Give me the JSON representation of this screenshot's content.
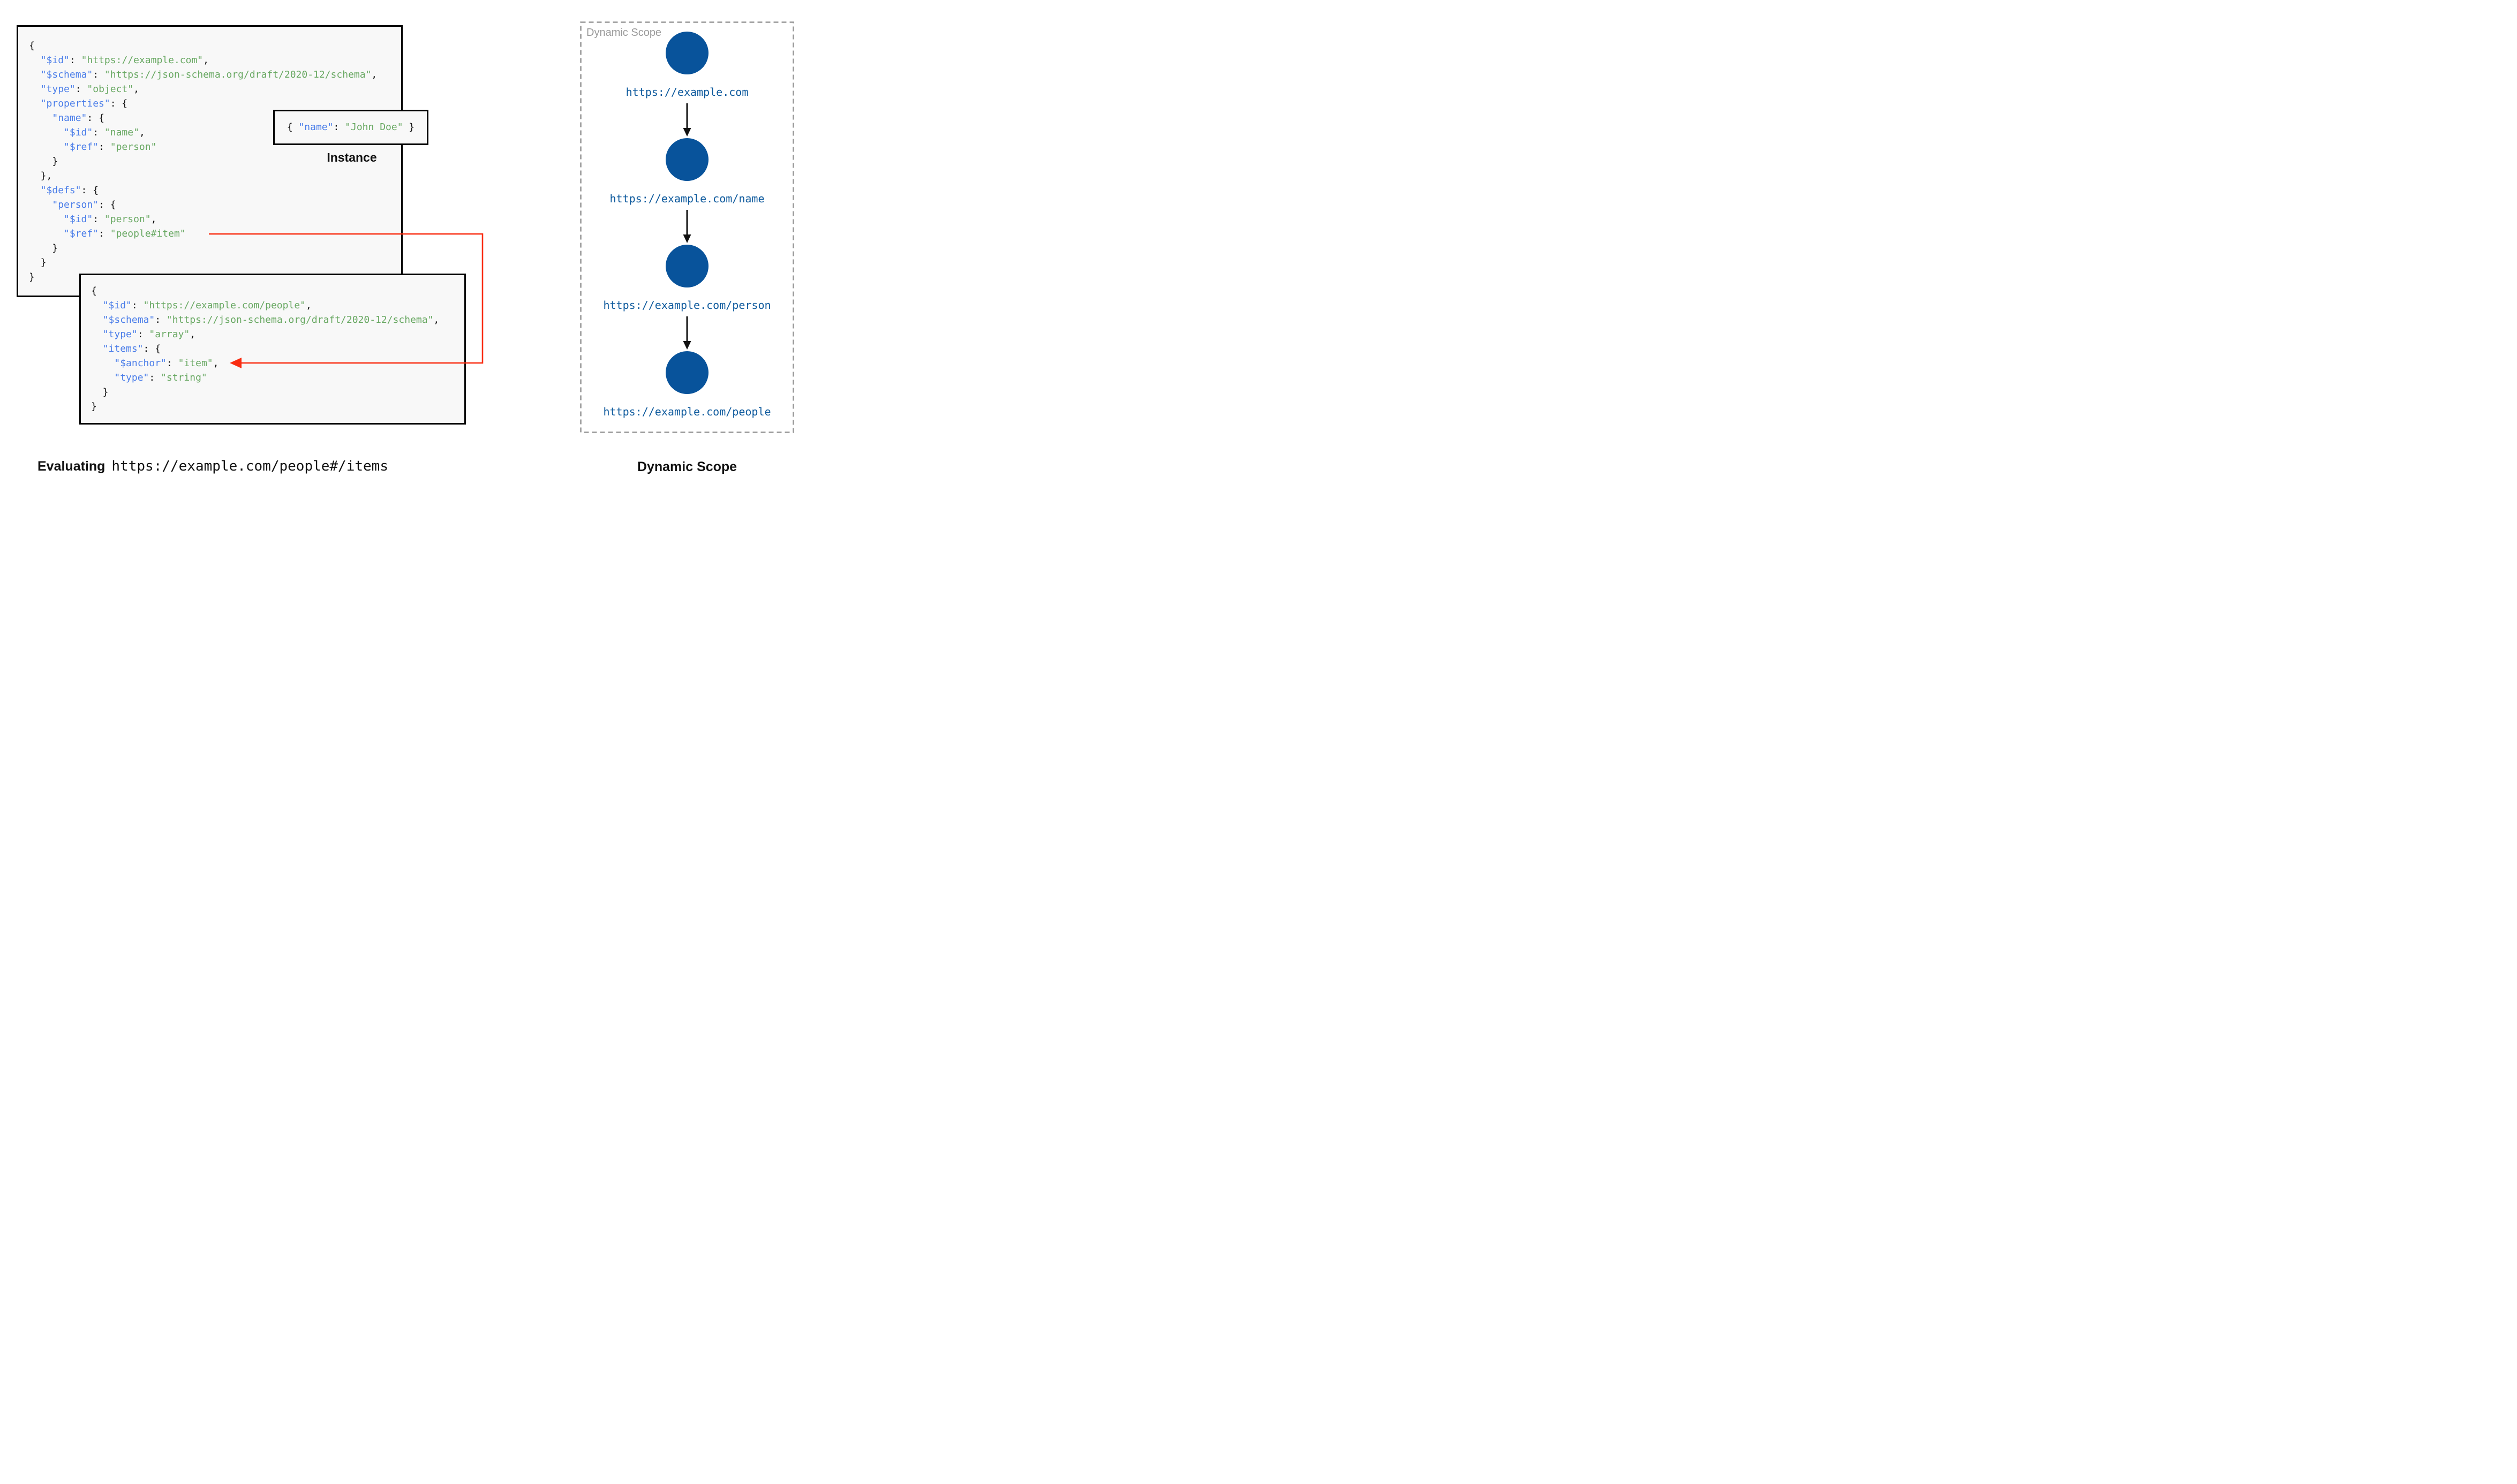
{
  "colors": {
    "key": "#4a7de9",
    "string": "#68a862",
    "punct": "#111111",
    "box_fill": "#f8f8f8",
    "box_border": "#000000",
    "red": "#f92c11",
    "node": "#08539b",
    "url": "#0e5a9d",
    "gray": "#9a9a9a",
    "dash": "#999999"
  },
  "schema_a": {
    "lines": [
      [
        [
          "p",
          "{"
        ]
      ],
      [
        [
          "p",
          "  "
        ],
        [
          "k",
          "\"$id\""
        ],
        [
          "p",
          ": "
        ],
        [
          "s",
          "\"https://example.com\""
        ],
        [
          "p",
          ","
        ]
      ],
      [
        [
          "p",
          "  "
        ],
        [
          "k",
          "\"$schema\""
        ],
        [
          "p",
          ": "
        ],
        [
          "s",
          "\"https://json-schema.org/draft/2020-12/schema\""
        ],
        [
          "p",
          ","
        ]
      ],
      [
        [
          "p",
          "  "
        ],
        [
          "k",
          "\"type\""
        ],
        [
          "p",
          ": "
        ],
        [
          "s",
          "\"object\""
        ],
        [
          "p",
          ","
        ]
      ],
      [
        [
          "p",
          "  "
        ],
        [
          "k",
          "\"properties\""
        ],
        [
          "p",
          ": {"
        ]
      ],
      [
        [
          "p",
          "    "
        ],
        [
          "k",
          "\"name\""
        ],
        [
          "p",
          ": {"
        ]
      ],
      [
        [
          "p",
          "      "
        ],
        [
          "k",
          "\"$id\""
        ],
        [
          "p",
          ": "
        ],
        [
          "s",
          "\"name\""
        ],
        [
          "p",
          ","
        ]
      ],
      [
        [
          "p",
          "      "
        ],
        [
          "k",
          "\"$ref\""
        ],
        [
          "p",
          ": "
        ],
        [
          "s",
          "\"person\""
        ]
      ],
      [
        [
          "p",
          "    }"
        ]
      ],
      [
        [
          "p",
          "  },"
        ]
      ],
      [
        [
          "p",
          "  "
        ],
        [
          "k",
          "\"$defs\""
        ],
        [
          "p",
          ": {"
        ]
      ],
      [
        [
          "p",
          "    "
        ],
        [
          "k",
          "\"person\""
        ],
        [
          "p",
          ": {"
        ]
      ],
      [
        [
          "p",
          "      "
        ],
        [
          "k",
          "\"$id\""
        ],
        [
          "p",
          ": "
        ],
        [
          "s",
          "\"person\""
        ],
        [
          "p",
          ","
        ]
      ],
      [
        [
          "p",
          "      "
        ],
        [
          "k",
          "\"$ref\""
        ],
        [
          "p",
          ": "
        ],
        [
          "s",
          "\"people#item\""
        ]
      ],
      [
        [
          "p",
          "    }"
        ]
      ],
      [
        [
          "p",
          "  }"
        ]
      ],
      [
        [
          "p",
          "}"
        ]
      ]
    ]
  },
  "instance": {
    "lines": [
      [
        [
          "p",
          "{ "
        ],
        [
          "k",
          "\"name\""
        ],
        [
          "p",
          ": "
        ],
        [
          "s",
          "\"John Doe\""
        ],
        [
          "p",
          " }"
        ]
      ]
    ],
    "label": "Instance"
  },
  "schema_b": {
    "lines": [
      [
        [
          "p",
          "{"
        ]
      ],
      [
        [
          "p",
          "  "
        ],
        [
          "k",
          "\"$id\""
        ],
        [
          "p",
          ": "
        ],
        [
          "s",
          "\"https://example.com/people\""
        ],
        [
          "p",
          ","
        ]
      ],
      [
        [
          "p",
          "  "
        ],
        [
          "k",
          "\"$schema\""
        ],
        [
          "p",
          ": "
        ],
        [
          "s",
          "\"https://json-schema.org/draft/2020-12/schema\""
        ],
        [
          "p",
          ","
        ]
      ],
      [
        [
          "p",
          "  "
        ],
        [
          "k",
          "\"type\""
        ],
        [
          "p",
          ": "
        ],
        [
          "s",
          "\"array\""
        ],
        [
          "p",
          ","
        ]
      ],
      [
        [
          "p",
          "  "
        ],
        [
          "k",
          "\"items\""
        ],
        [
          "p",
          ": {"
        ]
      ],
      [
        [
          "p",
          "    "
        ],
        [
          "k",
          "\"$anchor\""
        ],
        [
          "p",
          ": "
        ],
        [
          "s",
          "\"item\""
        ],
        [
          "p",
          ","
        ]
      ],
      [
        [
          "p",
          "    "
        ],
        [
          "k",
          "\"type\""
        ],
        [
          "p",
          ": "
        ],
        [
          "s",
          "\"string\""
        ]
      ],
      [
        [
          "p",
          "  }"
        ]
      ],
      [
        [
          "p",
          "}"
        ]
      ]
    ]
  },
  "evaluating": {
    "prefix": "Evaluating",
    "uri": "https://example.com/people#/items"
  },
  "dynamic_scope_panel": {
    "watermark": "Dynamic Scope",
    "nodes": [
      {
        "url": "https://example.com"
      },
      {
        "url": "https://example.com/name"
      },
      {
        "url": "https://example.com/person"
      },
      {
        "url": "https://example.com/people"
      }
    ],
    "caption": "Dynamic Scope"
  }
}
